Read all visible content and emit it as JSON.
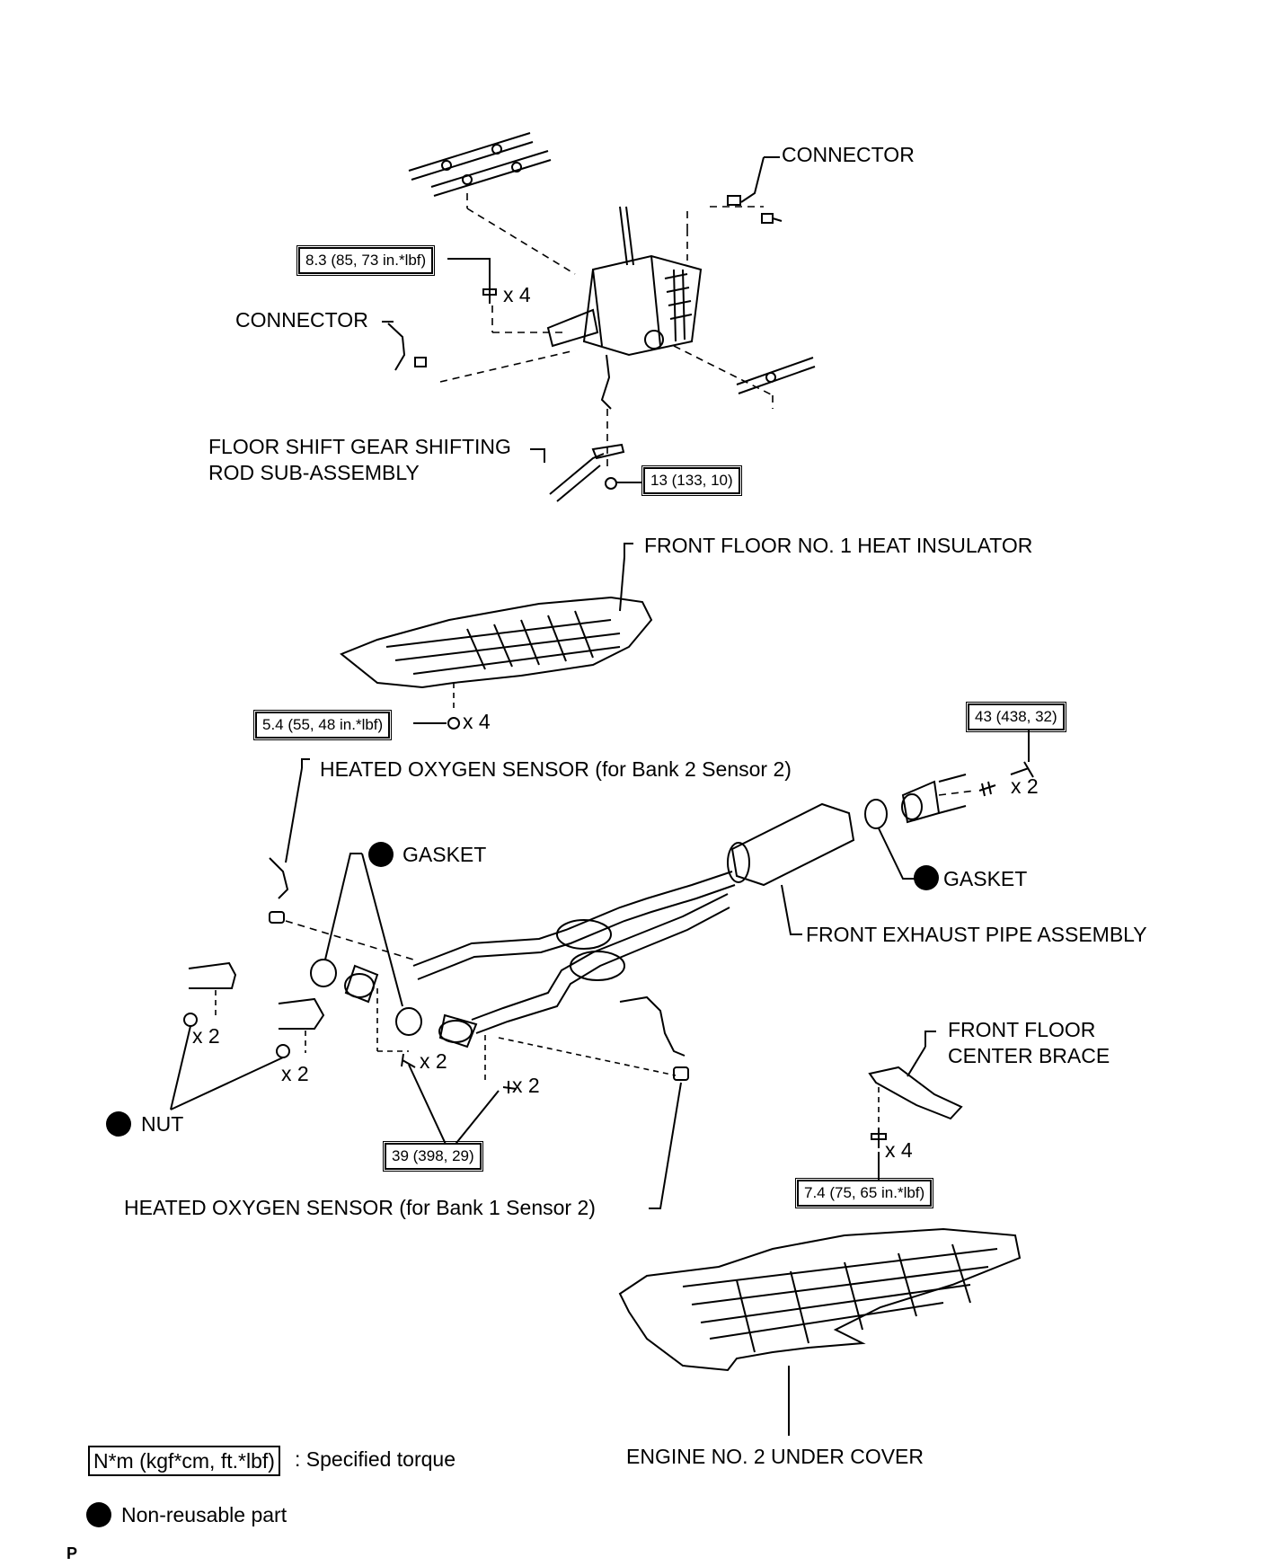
{
  "labels": {
    "connector_top": "CONNECTOR",
    "connector_left": "CONNECTOR",
    "shift_rod_line1": "FLOOR SHIFT GEAR SHIFTING",
    "shift_rod_line2": "ROD SUB-ASSEMBLY",
    "heat_insulator": "FRONT FLOOR NO. 1 HEAT INSULATOR",
    "o2_bank2": "HEATED OXYGEN SENSOR (for Bank 2 Sensor 2)",
    "gasket_left": "GASKET",
    "gasket_right": "GASKET",
    "exhaust_pipe": "FRONT EXHAUST PIPE ASSEMBLY",
    "center_brace_line1": "FRONT FLOOR",
    "center_brace_line2": "CENTER BRACE",
    "nut": "NUT",
    "o2_bank1": "HEATED OXYGEN SENSOR (for Bank 1 Sensor 2)",
    "under_cover": "ENGINE NO. 2 UNDER COVER"
  },
  "torques": {
    "shift_bolts": "8.3 (85, 73 in.*lbf)",
    "shift_rod_nut": "13 (133, 10)",
    "insulator_nuts": "5.4 (55, 48 in.*lbf)",
    "rear_flange_bolts": "43 (438, 32)",
    "front_flange": "39 (398, 29)",
    "brace_bolts": "7.4 (75, 65  in.*lbf)"
  },
  "quantities": {
    "shift_bolts": "x 4",
    "insulator_nuts": "x 4",
    "rear_flange_bolts": "x 2",
    "nut_a": "x 2",
    "nut_b": "x 2",
    "flange_a": "x 2",
    "flange_b": "x 2",
    "brace_bolts": "x 4"
  },
  "legend": {
    "torque_box": "N*m (kgf*cm, ft.*lbf)",
    "torque_desc": ": Specified torque",
    "nonreusable_desc": "Non-reusable part"
  },
  "corner_letter": "P"
}
